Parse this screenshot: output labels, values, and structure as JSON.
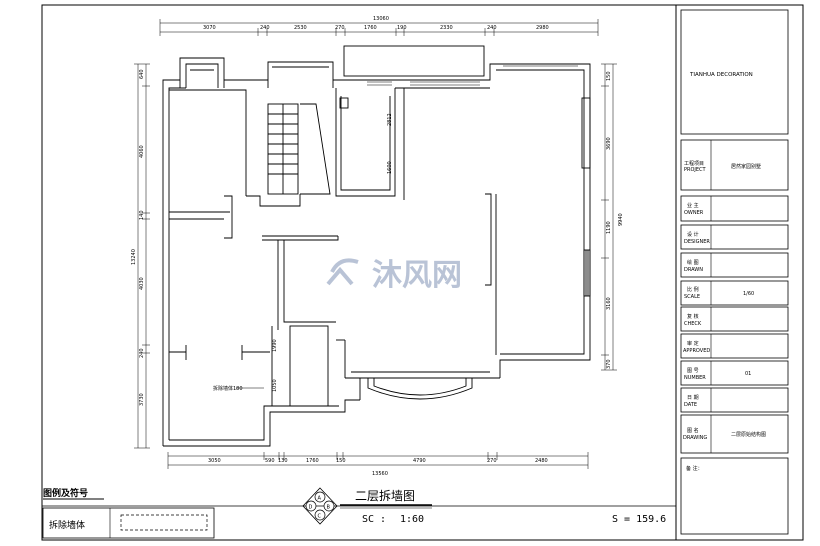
{
  "title_block": {
    "company": "TIANHUA DECORATION",
    "project_cn": "工程项目",
    "project_en": "PROJECT",
    "project_value": "居然家园别墅",
    "owner_cn": "业 主",
    "owner_en": "OWNER",
    "owner_value": "",
    "designer_cn": "设 计",
    "designer_en": "DESIGNER",
    "designer_value": "",
    "drawn_cn": "绘 图",
    "drawn_en": "DRAWN",
    "drawn_value": "",
    "scale_cn": "比 例",
    "scale_en": "SCALE",
    "scale_value": "1/60",
    "check_cn": "复 核",
    "check_en": "CHECK",
    "check_value": "",
    "approved_cn": "审 定",
    "approved_en": "APPROVED",
    "approved_value": "",
    "number_cn": "图 号",
    "number_en": "NUMBER",
    "number_value": "01",
    "date_cn": "日 期",
    "date_en": "DATE",
    "date_value": "",
    "drawing_cn": "图 名",
    "drawing_en": "DRAWING",
    "drawing_value": "二层原始结构图",
    "remarks": "备 注："
  },
  "legend": {
    "title": "图例及符号",
    "item": "拆除墙体"
  },
  "drawing": {
    "title": "二层拆墙图",
    "scale_prefix": "SC :",
    "scale_value": "1:60",
    "area": "S = 159.6",
    "compass": [
      "A",
      "B",
      "C",
      "D"
    ]
  },
  "watermark": "沐风网",
  "dimensions": {
    "top_total": "13060",
    "top": [
      "3070",
      "240",
      "2530",
      "270",
      "1760",
      "190",
      "2330",
      "240",
      "2980"
    ],
    "bottom_total": "13560",
    "bottom": [
      "3050",
      "590",
      "130",
      "1760",
      "150",
      "4790",
      "270",
      "2480"
    ],
    "left_total": "13240",
    "left": [
      "640",
      "4060",
      "140",
      "4030",
      "240",
      "3730"
    ],
    "right_total": "9940",
    "right": [
      "150",
      "3690",
      "1190",
      "3160",
      "370"
    ],
    "inner": [
      "2812",
      "1600",
      "1990",
      "1050"
    ],
    "annotation": "拆除墙体180"
  }
}
